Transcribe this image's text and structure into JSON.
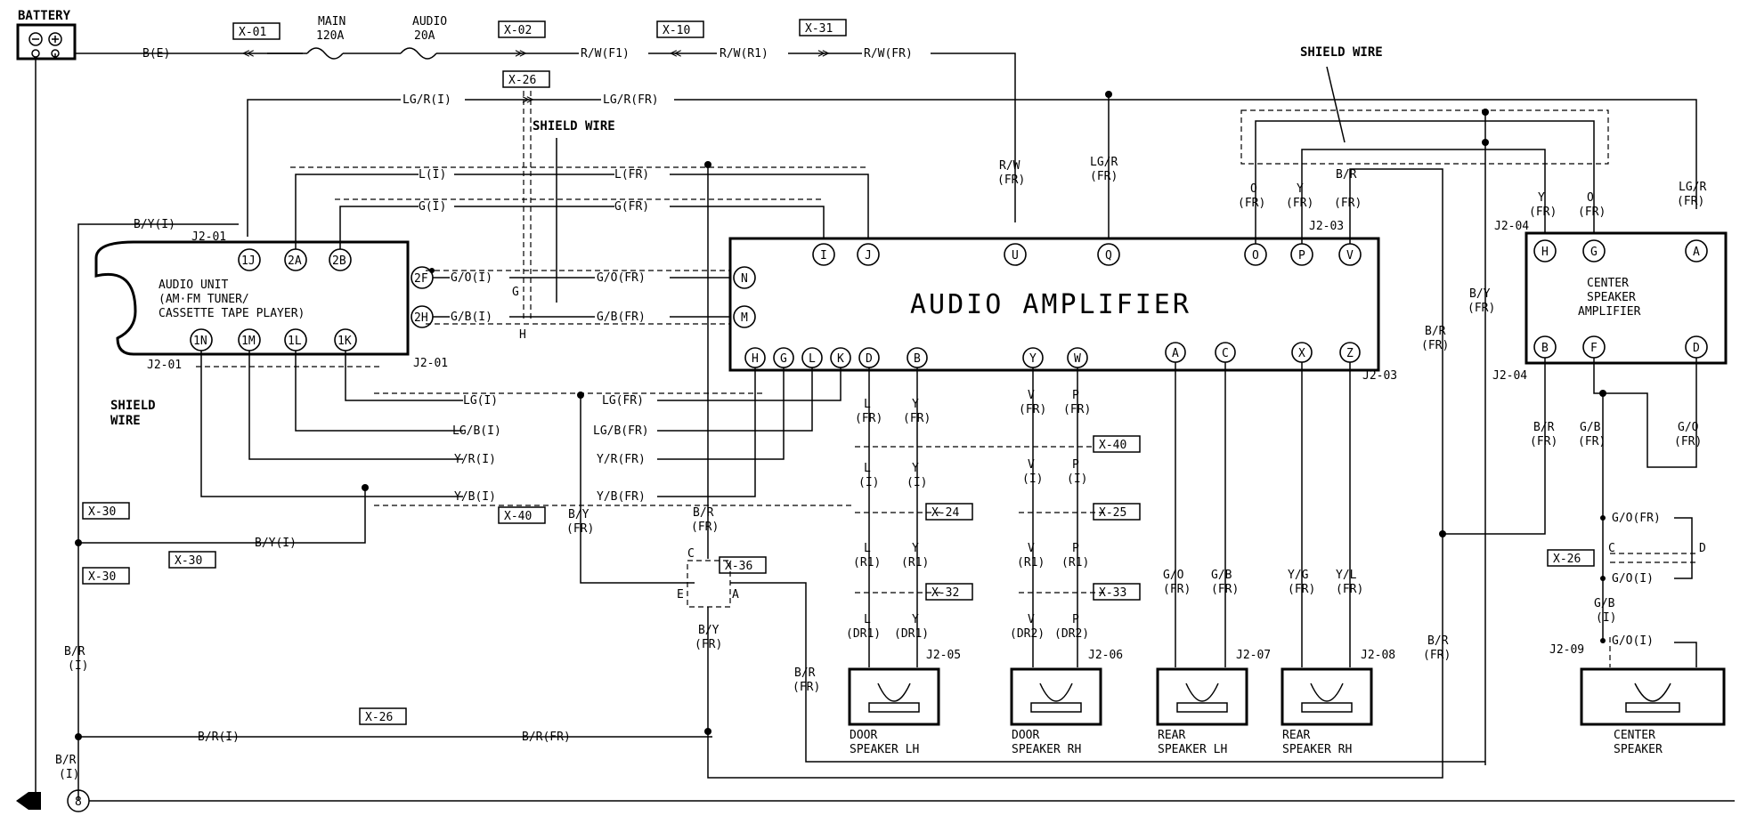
{
  "components": {
    "battery": "BATTERY",
    "main_fuse": [
      "MAIN",
      "120A"
    ],
    "audio_fuse": [
      "AUDIO",
      "20A"
    ],
    "audio_unit": [
      "AUDIO UNIT",
      "(AM·FM TUNER/",
      "CASSETTE TAPE PLAYER)"
    ],
    "audio_amplifier": "AUDIO AMPLIFIER",
    "center_amp": [
      "CENTER",
      "SPEAKER",
      "AMPLIFIER"
    ],
    "door_lh": [
      "DOOR",
      "SPEAKER LH"
    ],
    "door_rh": [
      "DOOR",
      "SPEAKER RH"
    ],
    "rear_lh": [
      "REAR",
      "SPEAKER LH"
    ],
    "rear_rh": [
      "REAR",
      "SPEAKER RH"
    ],
    "center_spk": [
      "CENTER",
      "SPEAKER"
    ],
    "ground": "8"
  },
  "shield_labels": [
    "SHIELD WIRE",
    "SHIELD WIRE",
    "SHIELD",
    "WIRE"
  ],
  "connector_codes": [
    "X-01",
    "X-02",
    "X-10",
    "X-31",
    "X-26",
    "X-30",
    "X-30",
    "X-30",
    "X-40",
    "X-36",
    "X-40",
    "X-24",
    "X-32",
    "X-25",
    "X-33",
    "X-26",
    "X-26"
  ],
  "connector_names": [
    "J2-01",
    "J2-01",
    "J2-01",
    "J2-03",
    "J2-03",
    "J2-04",
    "J2-04",
    "J2-05",
    "J2-06",
    "J2-07",
    "J2-08",
    "J2-09"
  ],
  "pins": {
    "unit": [
      "1J",
      "2A",
      "2B",
      "2F",
      "2H",
      "1N",
      "1M",
      "1L",
      "1K"
    ],
    "amp_top": [
      "I",
      "J",
      "U",
      "Q",
      "O",
      "P",
      "V"
    ],
    "amp_side": [
      "N",
      "M"
    ],
    "amp_bottom": [
      "H",
      "G",
      "L",
      "K",
      "D",
      "B",
      "Y",
      "W",
      "A",
      "C",
      "X",
      "Z"
    ],
    "center_top": [
      "H",
      "G",
      "A"
    ],
    "center_bottom": [
      "B",
      "F",
      "D"
    ]
  },
  "wire_labels": {
    "top": [
      "B(E)",
      "R/W(F1)",
      "R/W(R1)",
      "R/W(FR)",
      "LG/R(I)",
      "LG/R(FR)"
    ],
    "unit_left": [
      "B/Y(I)",
      "B/Y(I)"
    ],
    "audio_out": [
      "L(I)",
      "L(FR)",
      "G(I)",
      "G(FR)",
      "G/O(I)",
      "G/O(FR)",
      "G/B(I)",
      "G/B(FR)",
      "G",
      "H"
    ],
    "audio_in": [
      "LG(I)",
      "LG(FR)",
      "LG/B(I)",
      "LG/B(FR)",
      "Y/R(I)",
      "Y/R(FR)",
      "Y/B(I)",
      "Y/B(FR)"
    ],
    "amp_top": [
      "R/W",
      "(FR)",
      "LG/R",
      "(FR)",
      "O",
      "(FR)",
      "Y",
      "(FR)",
      "B/R",
      "(FR)"
    ],
    "center_top": [
      "Y",
      "(FR)",
      "O",
      "(FR)",
      "LG/R",
      "(FR)"
    ],
    "vertical": [
      "B/Y",
      "(FR)",
      "B/R",
      "(FR)",
      "B/Y",
      "(FR)",
      "B/R",
      "(FR)",
      "B/R",
      "(FR)",
      "B/R",
      "(FR)",
      "B/Y",
      "(FR)",
      "B/R",
      "(I)",
      "B/R",
      "(I)"
    ],
    "door_lh": [
      "L",
      "(FR)",
      "Y",
      "(FR)",
      "L",
      "(I)",
      "Y",
      "(I)",
      "L",
      "(R1)",
      "Y",
      "(R1)",
      "L",
      "(DR1)",
      "Y",
      "(DR1)"
    ],
    "door_rh": [
      "V",
      "(FR)",
      "P",
      "(FR)",
      "V",
      "(I)",
      "P",
      "(I)",
      "V",
      "(R1)",
      "P",
      "(R1)",
      "V",
      "(DR2)",
      "P",
      "(DR2)"
    ],
    "rear": [
      "G/O",
      "(FR)",
      "G/B",
      "(FR)",
      "Y/G",
      "(FR)",
      "Y/L",
      "(FR)"
    ],
    "center_below": [
      "B/R",
      "(FR)",
      "G/B",
      "(FR)",
      "G/O",
      "(FR)",
      "G/O(FR)",
      "G/O(I)",
      "G/B",
      "(I)",
      "G/O(I)"
    ],
    "ground_line": [
      "B/R(I)",
      "B/R(FR)"
    ],
    "x36_pins": [
      "C",
      "E",
      "A"
    ],
    "x26_pins": [
      "C",
      "D"
    ]
  }
}
